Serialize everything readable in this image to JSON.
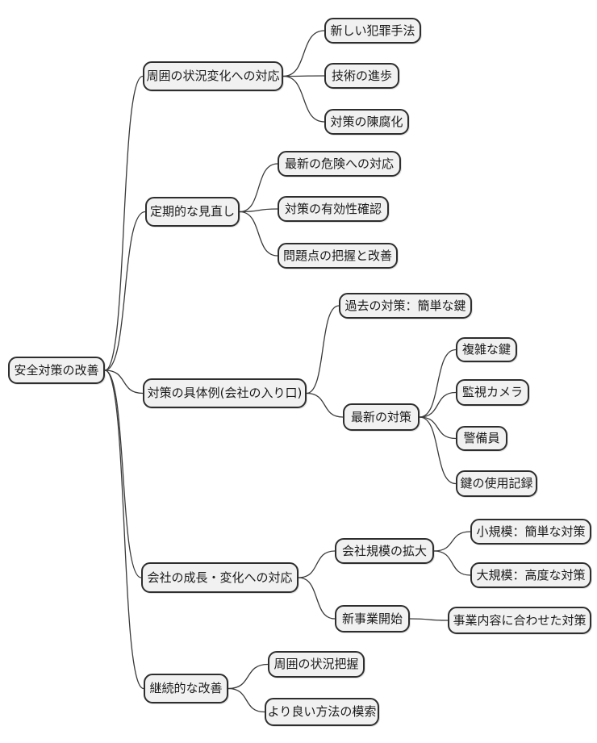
{
  "diagram_type": "mindmap",
  "colors": {
    "background": "#ffffff",
    "node_fill": "#f1f1f1",
    "node_border": "#2e2e2e",
    "connector": "#3a3a3a",
    "text": "#1a1a1a"
  },
  "nodes": {
    "root": {
      "label": "安全対策の改善"
    },
    "b1": {
      "label": "周囲の状況変化への対応"
    },
    "b1c1": {
      "label": "新しい犯罪手法"
    },
    "b1c2": {
      "label": "技術の進歩"
    },
    "b1c3": {
      "label": "対策の陳腐化"
    },
    "b2": {
      "label": "定期的な見直し"
    },
    "b2c1": {
      "label": "最新の危険への対応"
    },
    "b2c2": {
      "label": "対策の有効性確認"
    },
    "b2c3": {
      "label": "問題点の把握と改善"
    },
    "b3": {
      "label": "対策の具体例(会社の入り口)"
    },
    "b3c1": {
      "label": "過去の対策：簡単な鍵"
    },
    "b3c2": {
      "label": "最新の対策"
    },
    "b3c2a": {
      "label": "複雑な鍵"
    },
    "b3c2b": {
      "label": "監視カメラ"
    },
    "b3c2c": {
      "label": "警備員"
    },
    "b3c2d": {
      "label": "鍵の使用記録"
    },
    "b4": {
      "label": "会社の成長・変化への対応"
    },
    "b4c1": {
      "label": "会社規模の拡大"
    },
    "b4c1a": {
      "label": "小規模：簡単な対策"
    },
    "b4c1b": {
      "label": "大規模：高度な対策"
    },
    "b4c2": {
      "label": "新事業開始"
    },
    "b4c2a": {
      "label": "事業内容に合わせた対策"
    },
    "b5": {
      "label": "継続的な改善"
    },
    "b5c1": {
      "label": "周囲の状況把握"
    },
    "b5c2": {
      "label": "より良い方法の模索"
    }
  },
  "edges": [
    [
      "root",
      "b1"
    ],
    [
      "root",
      "b2"
    ],
    [
      "root",
      "b3"
    ],
    [
      "root",
      "b4"
    ],
    [
      "root",
      "b5"
    ],
    [
      "b1",
      "b1c1"
    ],
    [
      "b1",
      "b1c2"
    ],
    [
      "b1",
      "b1c3"
    ],
    [
      "b2",
      "b2c1"
    ],
    [
      "b2",
      "b2c2"
    ],
    [
      "b2",
      "b2c3"
    ],
    [
      "b3",
      "b3c1"
    ],
    [
      "b3",
      "b3c2"
    ],
    [
      "b3c2",
      "b3c2a"
    ],
    [
      "b3c2",
      "b3c2b"
    ],
    [
      "b3c2",
      "b3c2c"
    ],
    [
      "b3c2",
      "b3c2d"
    ],
    [
      "b4",
      "b4c1"
    ],
    [
      "b4",
      "b4c2"
    ],
    [
      "b4c1",
      "b4c1a"
    ],
    [
      "b4c1",
      "b4c1b"
    ],
    [
      "b4c2",
      "b4c2a"
    ],
    [
      "b5",
      "b5c1"
    ],
    [
      "b5",
      "b5c2"
    ]
  ]
}
